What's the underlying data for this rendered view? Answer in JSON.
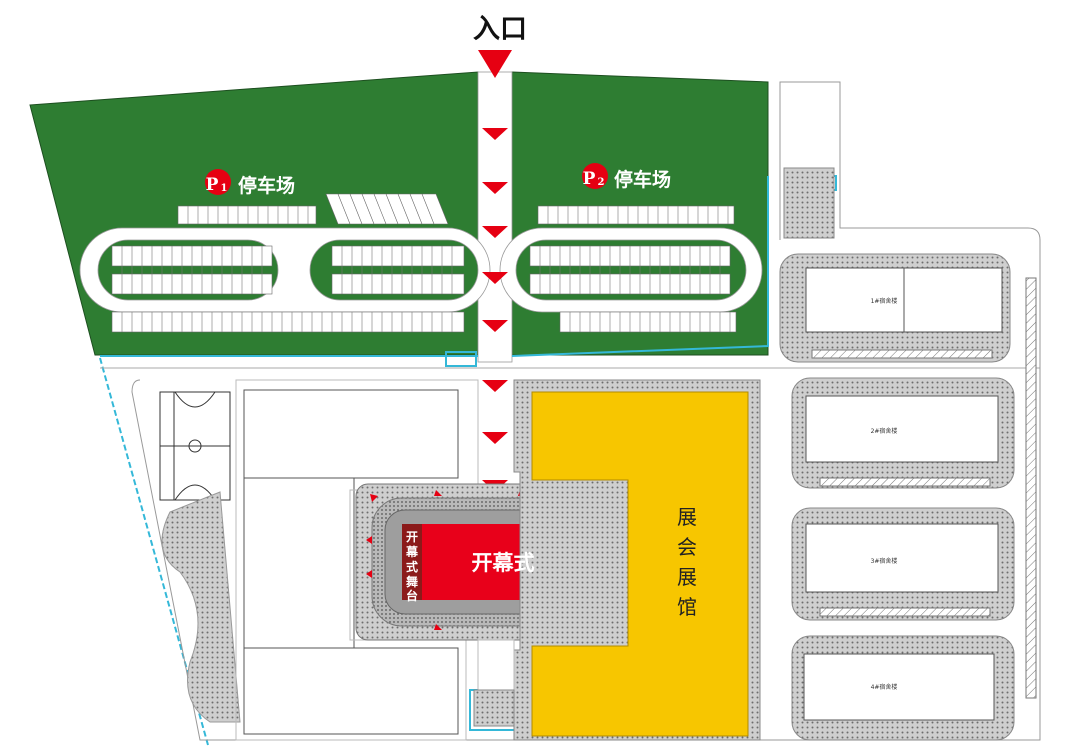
{
  "map": {
    "entrance": "入口",
    "parking": [
      {
        "badge_letter": "P",
        "badge_num": "1",
        "label": "停车场"
      },
      {
        "badge_letter": "P",
        "badge_num": "2",
        "label": "停车场"
      }
    ],
    "stage_label": "开幕式舞台",
    "stage_chars": [
      "开",
      "幕",
      "式",
      "舞",
      "台"
    ],
    "ceremony": "开幕式",
    "hall_chars": [
      "展",
      "会",
      "展",
      "馆"
    ],
    "dorms": [
      "1#宿舍楼",
      "2#宿舍楼",
      "3#宿舍楼",
      "4#宿舍楼"
    ],
    "colors": {
      "parking_green": "#2e7d32",
      "hall_yellow": "#f7c600",
      "stage_red": "#e8001a",
      "stage_dark": "#8b1a1a",
      "arrow_red": "#e60012",
      "cyan_line": "#34b8d8"
    }
  }
}
